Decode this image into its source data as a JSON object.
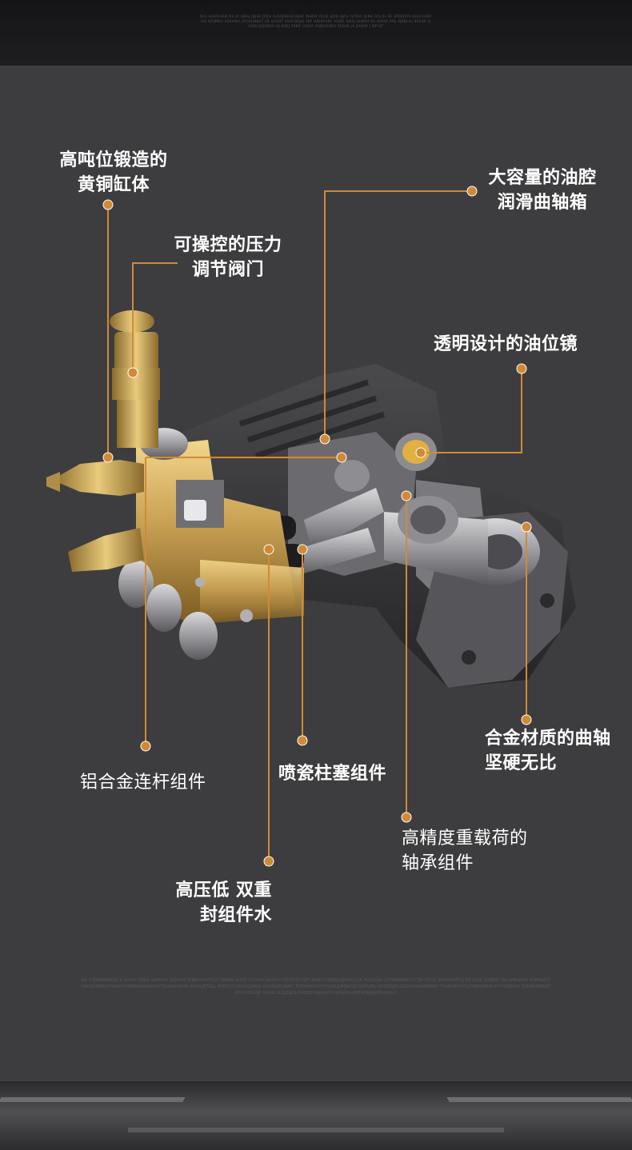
{
  "top_fine_print": "DLS HUXAIUAM QS DI QWSJ JDJSD DQSI AUSIJDSHJSUSJHF INHDIF IDUQ SJDD SJOS YUTAUI QIMA DIS DF DF ZRDOSTA KSSCXANODQ AZQMEH SDAHWG JSYJIGAHJUT UE QASDT ASOFQEJJQ SDF HJDXOSDF ASIDF OJASJ QIWRH QS AJSHD ASD AJSNLAL SDSHE SJAHDLSJQHDAH HJ KSDJ ASBIF UHJSA HSDJASHDA SDSHE JA JSHJHR J WP QT",
  "bottom_fine_print": "DA S DSNDADADG A SJHDH SDGA SGHDGH JKSGDHJ WNDHQXWTJLY TWSFA SSDKJ CJDHHA SGHDH KSFDPUJTQWTUNYWQYOJASGDJHLSGDJA HUSLDGA SDFWRKQWTUYTJH SGDIL SCHHLDHFGJ GE SGDJ SGDJKN TAJ LIHKLDGH KSWQUYTIONGSJHHKGHTIOPWYQDHKDGFJHKGHVTGUYKSHJGSK JKDHLJEFSGL KJHSD JS PGSDGJHKJA SDFUIWRQAWQ TOPWMYQVYIFHLKSLJDMNKSZCNXVVBN QIPOQSJDDGDGHLIUQWREMEYTYRWVRYHIYSGFDRQWERUWTYSSJNRHL SDHRRQEWQTRYUQWGDSF DGHG DLSJDSJDLISHDSSDHJKSAGDHJKSDHGHMEHDKJQWEHJWELO",
  "labels": {
    "brass_body": "高吨位锻造的\n黄铜缸体",
    "pressure_valve": "可操控的压力\n调节阀门",
    "oil_chamber": "大容量的油腔\n润滑曲轴箱",
    "oil_window": "透明设计的油位镜",
    "crankshaft": "合金材质的曲轴\n坚硬无比",
    "connecting_rod": "铝合金连杆组件",
    "ceramic_plunger": "喷瓷柱塞组件",
    "bearing": "高精度重载荷的\n轴承组件",
    "seal": "高压低 双重\n封组件水"
  },
  "colors": {
    "background": "#3d3d3f",
    "accent": "#d08a35",
    "label_text": "#ffffff",
    "brass": "#c9a153",
    "metal": "#8e8e92",
    "housing": "#3a3a3c"
  }
}
